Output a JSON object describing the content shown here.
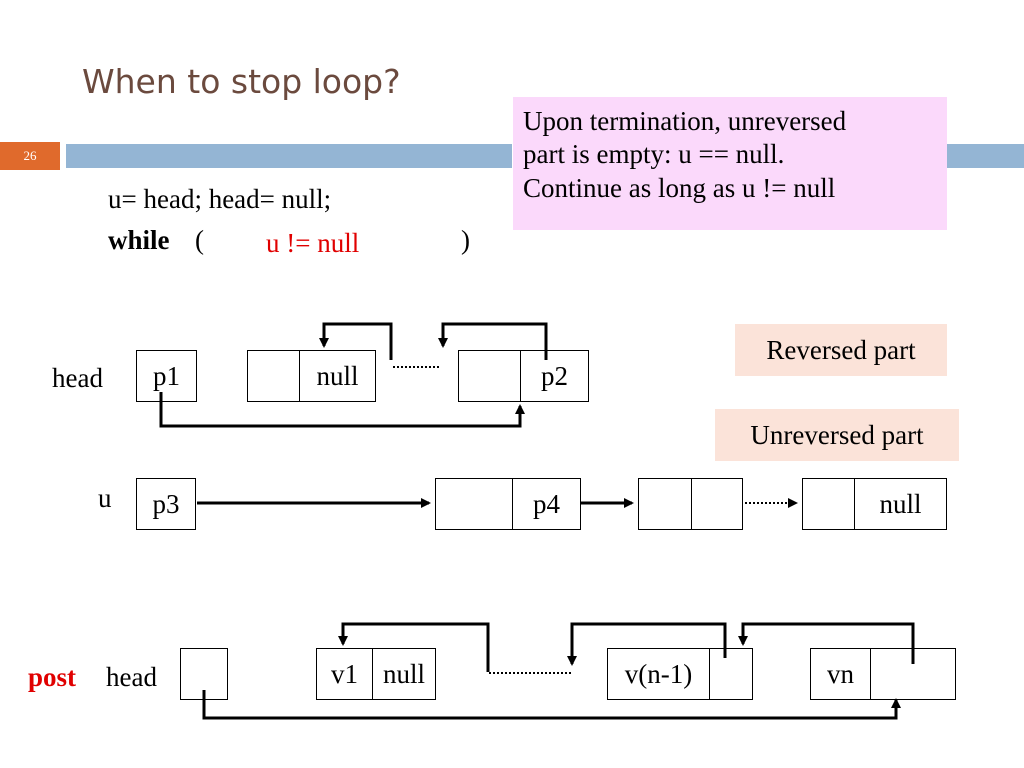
{
  "slide": {
    "title": "When to stop loop?",
    "number": "26"
  },
  "code": {
    "line1": "u= head; head= null;",
    "while_kw": "while",
    "open_paren": "(",
    "condition": "u != null",
    "close_paren": ")"
  },
  "callout": {
    "line1": "Upon termination, unreversed",
    "line2": "part is empty: u == null.",
    "line3": "Continue as long as u != null"
  },
  "legend": {
    "reversed": "Reversed part",
    "unreversed": "Unreversed part"
  },
  "diagram": {
    "head_label": "head",
    "u_label": "u",
    "post_label": "post",
    "post_head_label": "head",
    "cells": {
      "p1": "p1",
      "null1": "null",
      "p2": "p2",
      "p3": "p3",
      "p4": "p4",
      "null2": "null",
      "v1": "v1",
      "null3": "null",
      "vn1": "v(n-1)",
      "vn": "vn"
    }
  },
  "colors": {
    "title": "#6b4a3e",
    "band": "#94b5d4",
    "slide_number_bg": "#e06a2c",
    "callout_bg": "#fbd9fb",
    "tag_bg": "#fbe3d9",
    "highlight_text": "#e00000"
  }
}
